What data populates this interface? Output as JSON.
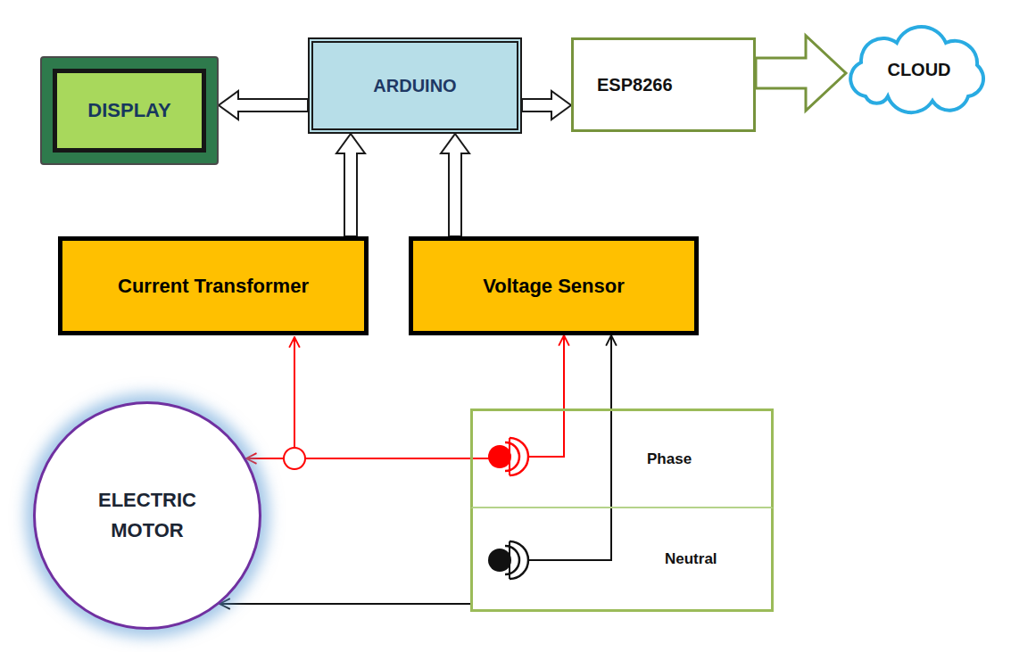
{
  "diagram": {
    "nodes": [
      {
        "text": [
          "DISPLAY"
        ]
      },
      {
        "text": [
          "ARDUINO"
        ]
      },
      {
        "text": [
          "ESP8266"
        ]
      },
      {
        "text": [
          "CLOUD"
        ]
      },
      {
        "text": [
          "Current Transformer"
        ]
      },
      {
        "text": [
          "Voltage Sensor"
        ]
      },
      {
        "text": [
          "ELECTRIC MOTOR"
        ]
      },
      {
        "text": [
          "Phase"
        ]
      },
      {
        "text": [
          "Neutral"
        ]
      }
    ],
    "edges": [
      {
        "from": 1,
        "to": 0,
        "arrow": "to"
      },
      {
        "from": 1,
        "to": 2,
        "arrow": "to"
      },
      {
        "from": 2,
        "to": 3,
        "arrow": "to"
      },
      {
        "from": 4,
        "to": 1,
        "arrow": "to"
      },
      {
        "from": 5,
        "to": 1,
        "arrow": "to"
      },
      {
        "from": 7,
        "to": 6,
        "arrow": "to"
      },
      {
        "from": 7,
        "to": 5,
        "arrow": "to"
      },
      {
        "from": 8,
        "to": 5,
        "arrow": "to"
      },
      {
        "from": 8,
        "to": 6,
        "arrow": "to"
      }
    ]
  }
}
